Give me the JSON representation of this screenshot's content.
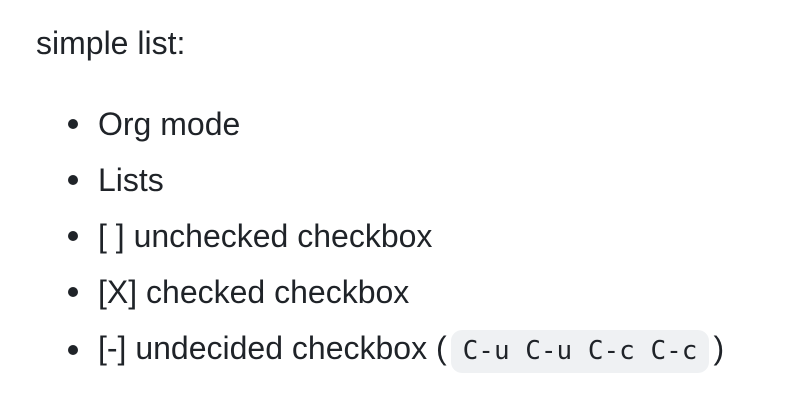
{
  "intro": {
    "text": "simple list:"
  },
  "list": {
    "items": [
      {
        "label": "Org mode"
      },
      {
        "label": "Lists"
      },
      {
        "label": "[ ] unchecked checkbox"
      },
      {
        "label": "[X] checked checkbox"
      },
      {
        "label_prefix": "[-] undecided checkbox (",
        "shortcut_keys": "C-u C-u C-c C-c",
        "label_suffix": ")"
      }
    ]
  },
  "colors": {
    "text": "#1f2328",
    "page_background": "#ffffff",
    "shortcut_background": "#eff1f3",
    "bullet": "#1f2328"
  }
}
